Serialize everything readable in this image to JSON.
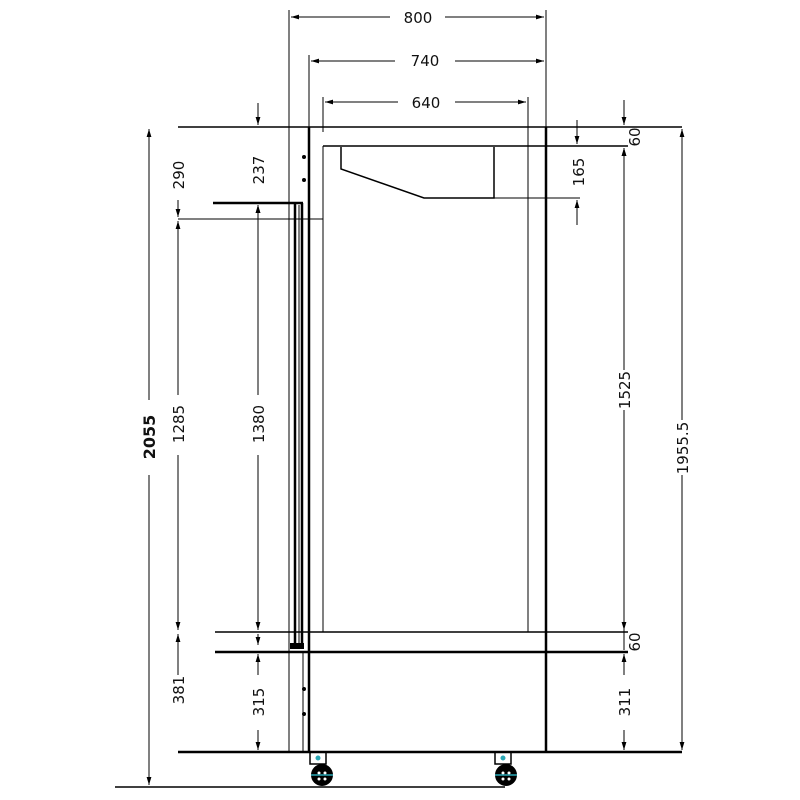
{
  "drawing": {
    "type": "side elevation dimension drawing",
    "units": "mm",
    "colors": {
      "line": "#000000",
      "background": "#ffffff",
      "caster_accent": "#2aa7b5"
    }
  },
  "dimensions": {
    "horizontal": {
      "overall_width": "800",
      "body_width": "740",
      "inner_width": "640"
    },
    "left": {
      "overall_height": "2055",
      "top_to_hinge": "290",
      "top_to_hinge_inner": "237",
      "door_height": "1285",
      "door_inner_height": "1380",
      "base_outer": "381",
      "base_inner": "315"
    },
    "right": {
      "top_panel": "60",
      "canopy_depth": "165",
      "cabinet_inner_height": "1525",
      "body_height": "1955.5",
      "bottom_panel": "60",
      "plinth_height": "311"
    }
  },
  "icons": {
    "caster": "caster-wheel-icon",
    "arrow": "dimension-arrow-icon"
  }
}
